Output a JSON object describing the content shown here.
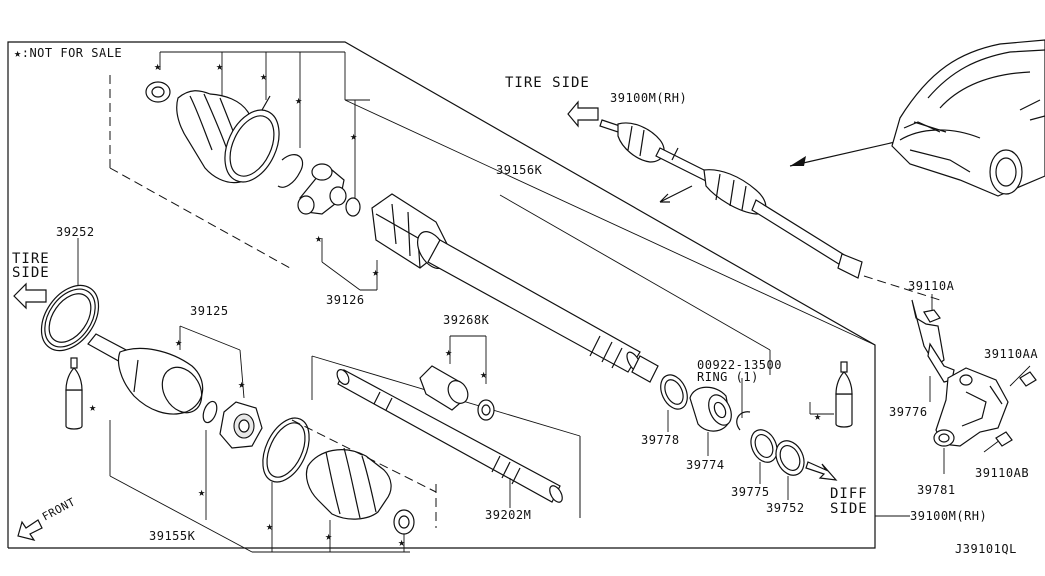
{
  "legend": {
    "star_symbol": "★",
    "text": ":NOT FOR SALE"
  },
  "directions": {
    "tire_side_top": "TIRE SIDE",
    "tire_side_left_line1": "TIRE",
    "tire_side_left_line2": "SIDE",
    "diff_side_line1": "DIFF",
    "diff_side_line2": "SIDE",
    "front": "FRONT"
  },
  "parts": {
    "p39252": "39252",
    "p39125": "39125",
    "p39126": "39126",
    "p39156K": "39156K",
    "p39268K": "39268K",
    "p39100M_rh_top": "39100M(RH)",
    "p39100M_rh_bottom": "39100M(RH)",
    "p00922_line1": "00922-13500",
    "p00922_line2": "RING (1)",
    "p39778": "39778",
    "p39774": "39774",
    "p39775": "39775",
    "p39752": "39752",
    "p39202M": "39202M",
    "p39155K": "39155K",
    "p39110A": "39110A",
    "p39110AA": "39110AA",
    "p39776": "39776",
    "p39781": "39781",
    "p39110AB": "39110AB"
  },
  "diagram_id": "J39101QL"
}
